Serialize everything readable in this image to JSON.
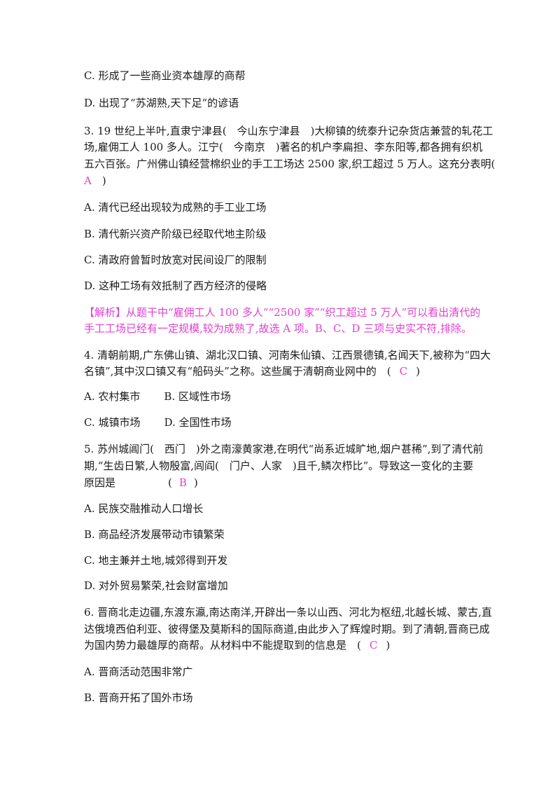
{
  "lines": {
    "l1": "C. 形成了一些商业资本雄厚的商帮",
    "l2": "D. 出现了“苏湖熟,天下足”的谚语",
    "q3_1": "3. 19 世纪上半叶,直隶宁津县(　今山东宁津县　)大柳镇的统泰升记杂货店兼营的轧花工",
    "q3_2": "场,雇佣工人 100 多人。江宁(　今南京　)著名的机户李扁担、李东阳等,都各拥有织机",
    "q3_3": "五六百张。广州佛山镇经营棉织业的手工工场达 2500 家,织工超过 5 万人。这充分表明(",
    "q3_ans": "A",
    "q3_close": "　)",
    "q3_a": "A. 清代已经出现较为成熟的手工业工场",
    "q3_b": "B. 清代新兴资产阶级已经取代地主阶级",
    "q3_c": "C. 清政府曾暂时放宽对民间设厂的限制",
    "q3_d": "D. 这种工场有效抵制了西方经济的侵略",
    "jx_1": "【解析】从题干中“雇佣工人 100 多人”“2500 家”“织工超过 5 万人”可以看出清代的",
    "jx_2": "手工工场已经有一定规模,较为成熟了,故选 A 项。B、C、D 三项与史实不符,排除。",
    "q4_1": "4. 清朝前期,广东佛山镇、湖北汉口镇、河南朱仙镇、江西景德镇,名闻天下,被称为“四大",
    "q4_2": "名镇”,其中汉口镇又有“船码头”之称。这些属于清朝商业网中的　(",
    "q4_ans": "C",
    "q4_close": ")",
    "q4_a": "A. 农村集市",
    "q4_b": "B. 区域性市场",
    "q4_c": "C. 城镇市场",
    "q4_d": "D. 全国性市场",
    "q5_1": "5. 苏州城阊门(　西门　)外之南濠黄家港,在明代“尚系近城旷地,烟户甚稀”,到了清代前",
    "q5_2": "期,“生齿日繁,人物殷富,闾阎(　门户、人家　)且千,鳞次栉比”。导致这一变化的主要",
    "q5_3": "原因是　　　　　(",
    "q5_ans": "B",
    "q5_close": ")",
    "q5_a": "A. 民族交融推动人口增长",
    "q5_b": "B. 商品经济发展带动市镇繁荣",
    "q5_c": "C. 地主兼并土地,城郊得到开发",
    "q5_d": "D. 对外贸易繁荣,社会财富增加",
    "q6_1": "6. 晋商北走边疆,东渡东瀛,南达南洋,开辟出一条以山西、河北为枢纽,北越长城、蒙古,直",
    "q6_2": "达俄境西伯利亚、彼得堡及莫斯科的国际商道,由此步入了辉煌时期。到了清朝,晋商已成",
    "q6_3": "为国内势力最雄厚的商帮。从材料中不能提取到的信息是　(",
    "q6_ans": "C",
    "q6_close": ")",
    "q6_a": "A. 晋商活动范围非常广",
    "q6_b": "B. 晋商开拓了国外市场"
  },
  "colors": {
    "answer": "#e040d0",
    "text": "#1a1a1a"
  }
}
